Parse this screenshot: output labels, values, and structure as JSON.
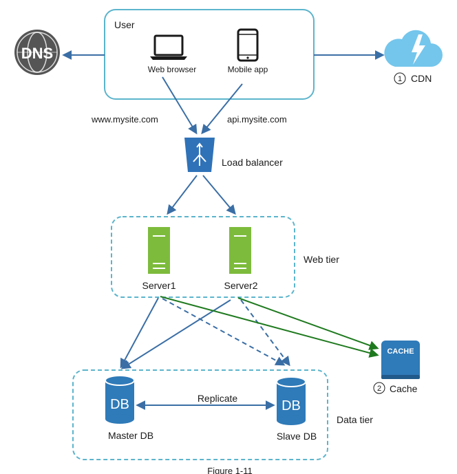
{
  "user": {
    "title": "User",
    "web_browser": "Web browser",
    "mobile_app": "Mobile app"
  },
  "dns": {
    "text": "DNS"
  },
  "cdn": {
    "number": "1",
    "label": "CDN"
  },
  "urls": {
    "www": "www.mysite.com",
    "api": "api.mysite.com"
  },
  "load_balancer": {
    "label": "Load balancer"
  },
  "web_tier": {
    "label": "Web tier",
    "server1": "Server1",
    "server2": "Server2"
  },
  "cache": {
    "icon_text": "CACHE",
    "number": "2",
    "label": "Cache"
  },
  "data_tier": {
    "label": "Data tier",
    "master_db": "Master DB",
    "slave_db": "Slave DB",
    "db_icon_text": "DB",
    "replicate": "Replicate"
  },
  "caption": "Figure 1-11",
  "colors": {
    "teal_border": "#5bb4cc",
    "arrow_blue": "#3a6ea5",
    "arrow_green": "#1f7a1f",
    "server_green": "#7dbb3c",
    "db_blue": "#2f7ab8",
    "cdn_blue": "#74c6ec",
    "dns_gray": "#555555"
  }
}
